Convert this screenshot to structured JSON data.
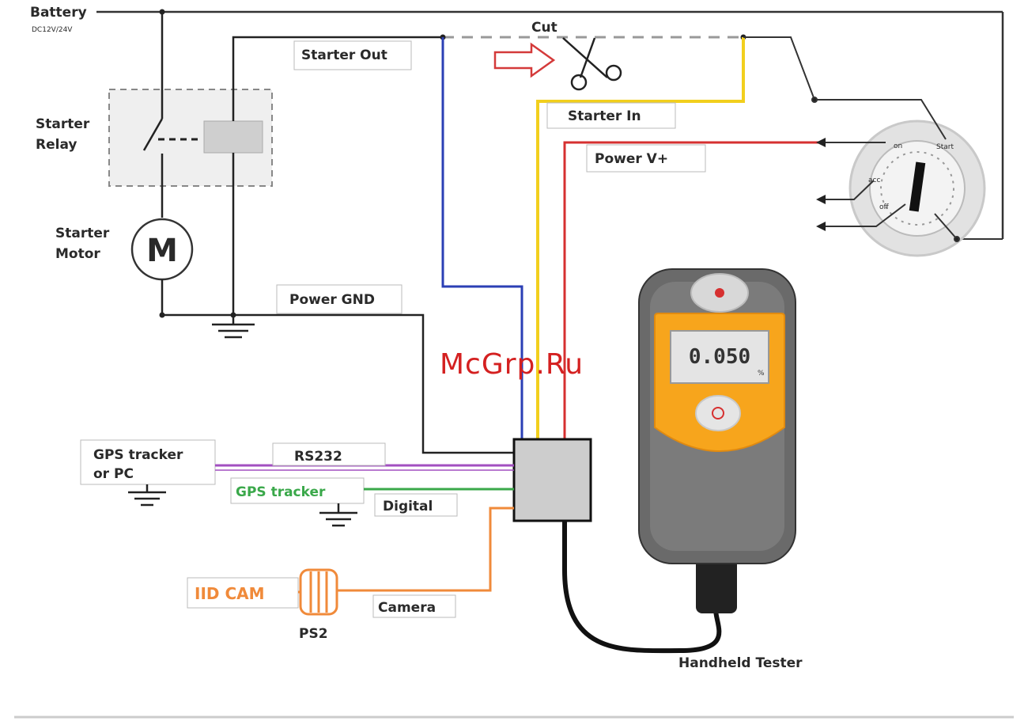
{
  "battery": {
    "label": "Battery",
    "spec": "DC12V/24V"
  },
  "relay": {
    "label_line1": "Starter",
    "label_line2": "Relay"
  },
  "motor": {
    "label_line1": "Starter",
    "label_line2": "Motor",
    "symbol": "M"
  },
  "cut": {
    "label": "Cut"
  },
  "wires": {
    "starter_out": "Starter Out",
    "starter_in": "Starter In",
    "power_v": "Power V+",
    "power_gnd": "Power GND",
    "rs232": "RS232",
    "digital": "Digital",
    "camera": "Camera"
  },
  "ignition": {
    "on": "on",
    "start": "Start",
    "acc": "acc",
    "off": "off"
  },
  "gps_pc": {
    "line1": "GPS tracker",
    "line2": "or PC"
  },
  "gps_tracker": {
    "label": "GPS tracker"
  },
  "cam": {
    "label": "IID CAM",
    "connector": "PS2"
  },
  "tester": {
    "reading": "0.050",
    "unit": "%",
    "label": "Handheld Tester"
  },
  "watermark": "McGrp.Ru",
  "colors": {
    "blue": "#2b3fb5",
    "yellow": "#f2cf1d",
    "red": "#d63030",
    "purple": "#a24fc0",
    "green": "#3aa84a",
    "orange": "#f08a3a",
    "body_grey": "#6a6a6a",
    "face_orange": "#f7a51c"
  }
}
